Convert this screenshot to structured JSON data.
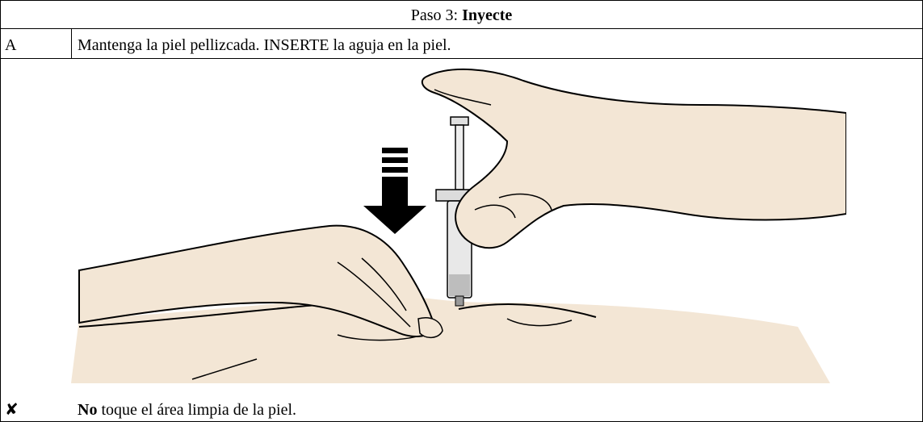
{
  "header": {
    "prefix": "Paso 3: ",
    "bold": "Inyecte"
  },
  "step": {
    "label": "A",
    "instruction": "Mantenga la piel pellizcada. INSERTE la aguja en la piel."
  },
  "warning": {
    "icon": "cross-icon",
    "icon_glyph": "✘",
    "bold": "No",
    "text": " toque el área limpia de la piel."
  },
  "colors": {
    "skin": "#f3e6d5",
    "skin_shadow": "#e3cbb0",
    "arrow": "#000000",
    "syringe": "#d9d9d9"
  }
}
